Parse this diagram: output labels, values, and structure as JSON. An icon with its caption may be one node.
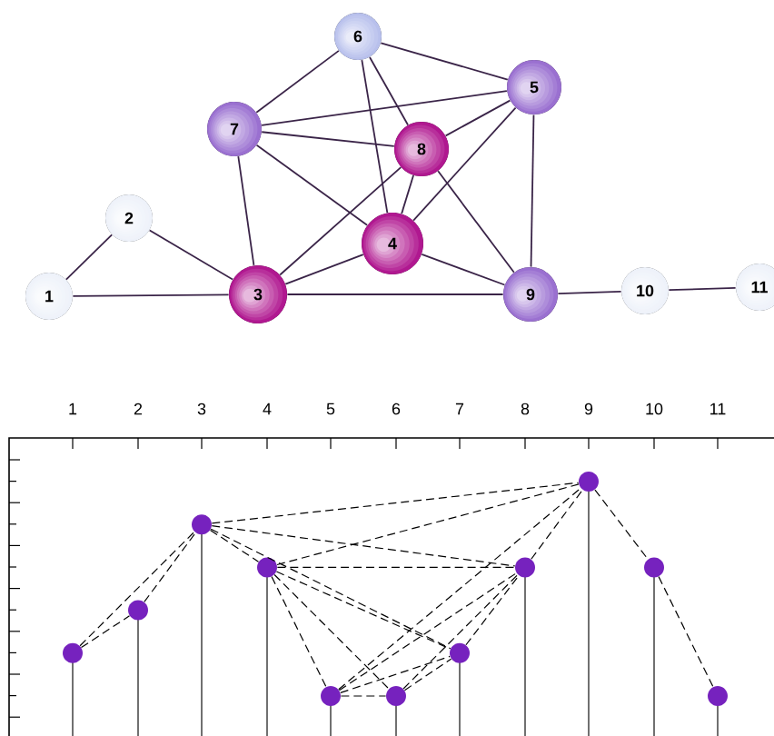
{
  "diagram": {
    "nodes": [
      {
        "text": [
          "1"
        ]
      },
      {
        "text": [
          "2"
        ]
      },
      {
        "text": [
          "3"
        ]
      },
      {
        "text": [
          "4"
        ]
      },
      {
        "text": [
          "5"
        ]
      },
      {
        "text": [
          "6"
        ]
      },
      {
        "text": [
          "7"
        ]
      },
      {
        "text": [
          "8"
        ]
      },
      {
        "text": [
          "9"
        ]
      },
      {
        "text": [
          "10"
        ]
      },
      {
        "text": [
          "11"
        ]
      },
      {
        "text": [],
        "shape": "circle"
      },
      {
        "text": [],
        "shape": "circle"
      },
      {
        "text": [],
        "shape": "circle"
      },
      {
        "text": [],
        "shape": "circle"
      },
      {
        "text": [],
        "shape": "circle"
      },
      {
        "text": [],
        "shape": "circle"
      },
      {
        "text": [],
        "shape": "circle"
      },
      {
        "text": [],
        "shape": "circle"
      },
      {
        "text": [],
        "shape": "circle"
      },
      {
        "text": [],
        "shape": "circle"
      },
      {
        "text": [],
        "shape": "circle"
      }
    ],
    "edges": [
      {
        "from": 0,
        "to": 1,
        "arrow": "none"
      },
      {
        "from": 0,
        "to": 2,
        "arrow": "none"
      },
      {
        "from": 1,
        "to": 2,
        "arrow": "none"
      },
      {
        "from": 2,
        "to": 3,
        "arrow": "none"
      },
      {
        "from": 2,
        "to": 6,
        "arrow": "none"
      },
      {
        "from": 2,
        "to": 7,
        "arrow": "none"
      },
      {
        "from": 2,
        "to": 8,
        "arrow": "none"
      },
      {
        "from": 3,
        "to": 4,
        "arrow": "none"
      },
      {
        "from": 3,
        "to": 5,
        "arrow": "none"
      },
      {
        "from": 3,
        "to": 6,
        "arrow": "none"
      },
      {
        "from": 3,
        "to": 7,
        "arrow": "none"
      },
      {
        "from": 3,
        "to": 8,
        "arrow": "none"
      },
      {
        "from": 4,
        "to": 5,
        "arrow": "none"
      },
      {
        "from": 4,
        "to": 6,
        "arrow": "none"
      },
      {
        "from": 4,
        "to": 7,
        "arrow": "none"
      },
      {
        "from": 4,
        "to": 8,
        "arrow": "none"
      },
      {
        "from": 5,
        "to": 6,
        "arrow": "none"
      },
      {
        "from": 5,
        "to": 7,
        "arrow": "none"
      },
      {
        "from": 6,
        "to": 7,
        "arrow": "none"
      },
      {
        "from": 7,
        "to": 8,
        "arrow": "none"
      },
      {
        "from": 8,
        "to": 9,
        "arrow": "none"
      },
      {
        "from": 9,
        "to": 10,
        "arrow": "none"
      },
      {
        "from": 11,
        "to": 12,
        "arrow": "none",
        "style": "dashed"
      },
      {
        "from": 11,
        "to": 13,
        "arrow": "none",
        "style": "dashed"
      },
      {
        "from": 12,
        "to": 13,
        "arrow": "none",
        "style": "dashed"
      },
      {
        "from": 13,
        "to": 14,
        "arrow": "none",
        "style": "dashed"
      },
      {
        "from": 13,
        "to": 17,
        "arrow": "none",
        "style": "dashed"
      },
      {
        "from": 13,
        "to": 18,
        "arrow": "none",
        "style": "dashed"
      },
      {
        "from": 13,
        "to": 19,
        "arrow": "none",
        "style": "dashed"
      },
      {
        "from": 14,
        "to": 15,
        "arrow": "none",
        "style": "dashed"
      },
      {
        "from": 14,
        "to": 16,
        "arrow": "none",
        "style": "dashed"
      },
      {
        "from": 14,
        "to": 17,
        "arrow": "none",
        "style": "dashed"
      },
      {
        "from": 14,
        "to": 18,
        "arrow": "none",
        "style": "dashed"
      },
      {
        "from": 14,
        "to": 19,
        "arrow": "none",
        "style": "dashed"
      },
      {
        "from": 15,
        "to": 16,
        "arrow": "none",
        "style": "dashed"
      },
      {
        "from": 15,
        "to": 17,
        "arrow": "none",
        "style": "dashed"
      },
      {
        "from": 15,
        "to": 18,
        "arrow": "none",
        "style": "dashed"
      },
      {
        "from": 15,
        "to": 19,
        "arrow": "none",
        "style": "dashed"
      },
      {
        "from": 16,
        "to": 17,
        "arrow": "none",
        "style": "dashed"
      },
      {
        "from": 16,
        "to": 18,
        "arrow": "none",
        "style": "dashed"
      },
      {
        "from": 17,
        "to": 18,
        "arrow": "none",
        "style": "dashed"
      },
      {
        "from": 18,
        "to": 19,
        "arrow": "none",
        "style": "dashed"
      },
      {
        "from": 19,
        "to": 20,
        "arrow": "none",
        "style": "dashed"
      },
      {
        "from": 20,
        "to": 21,
        "arrow": "none",
        "style": "dashed"
      }
    ],
    "labels": [
      "1",
      "2",
      "3",
      "4",
      "5",
      "6",
      "7",
      "8",
      "9",
      "10",
      "11"
    ]
  }
}
